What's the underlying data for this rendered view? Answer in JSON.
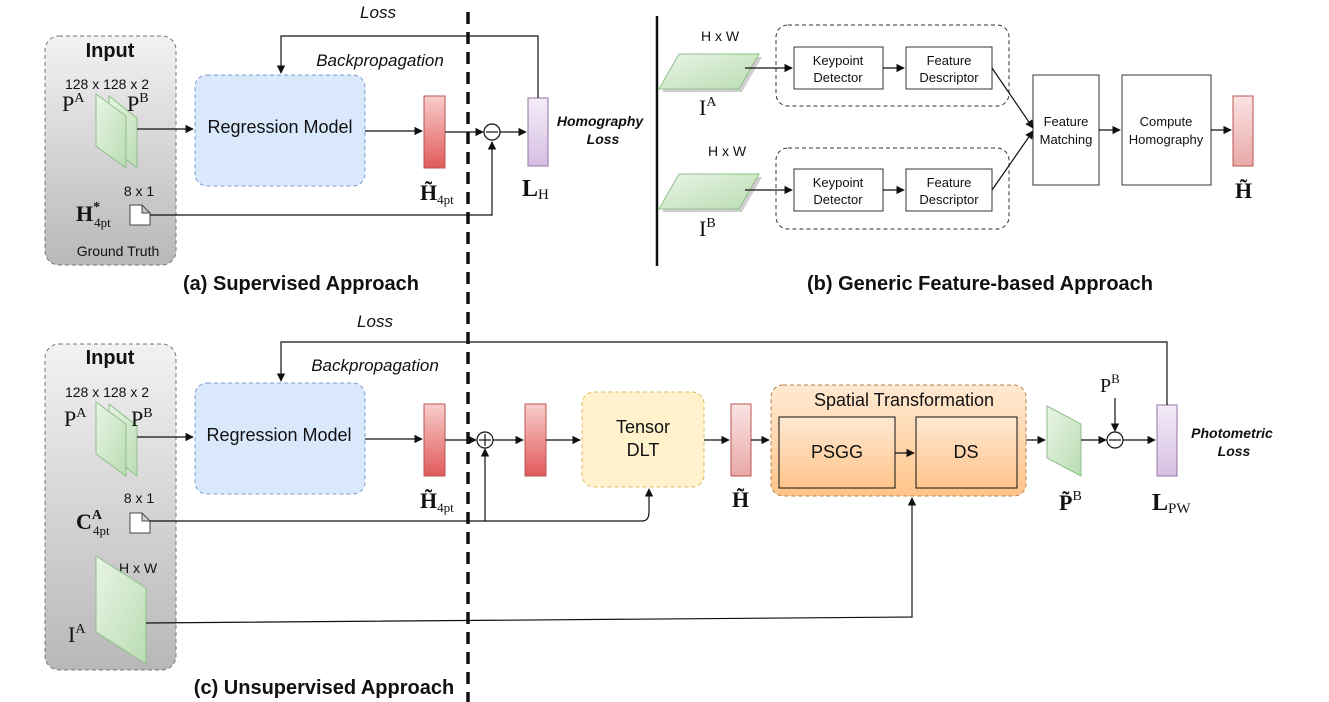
{
  "diagram": {
    "panel_a": {
      "caption": "(a) Supervised Approach",
      "input_title": "Input",
      "input_dims": "128 x 128 x 2",
      "pa": "P",
      "pa_sup": "A",
      "pb": "P",
      "pb_sup": "B",
      "h_label": "H",
      "h_sup": "*",
      "h_sub": "4pt",
      "h_dims": "8 x 1",
      "ground_truth": "Ground Truth",
      "regression": "Regression Model",
      "output": "H̃",
      "output_sub": "4pt",
      "loss_top": "Loss",
      "backprop": "Backpropagation",
      "loss_node": "L",
      "loss_node_sub": "H",
      "loss_name_1": "Homography",
      "loss_name_2": "Loss"
    },
    "panel_b": {
      "caption": "(b) Generic Feature-based Approach",
      "dims_top": "H x W",
      "dims_bottom": "H x W",
      "ia": "I",
      "ia_sup": "A",
      "ib": "I",
      "ib_sup": "B",
      "kp_1": "Keypoint",
      "kp_2": "Detector",
      "fd_1": "Feature",
      "fd_2": "Descriptor",
      "fm_1": "Feature",
      "fm_2": "Matching",
      "ch_1": "Compute",
      "ch_2": "Homography",
      "output": "H̃"
    },
    "panel_c": {
      "caption": "(c) Unsupervised Approach",
      "input_title": "Input",
      "input_dims": "128 x 128 x 2",
      "pa": "P",
      "pa_sup": "A",
      "pb": "P",
      "pb_sup": "B",
      "c_label": "C",
      "c_sup": "A",
      "c_sub": "4pt",
      "c_dims": "8 x 1",
      "img_dims": "H x W",
      "ia": "I",
      "ia_sup": "A",
      "regression": "Regression Model",
      "output": "H̃",
      "output_sub": "4pt",
      "loss_top": "Loss",
      "backprop": "Backpropagation",
      "dlt_1": "Tensor",
      "dlt_2": "DLT",
      "h_out": "H̃",
      "st_title": "Spatial Transformation",
      "psgg": "PSGG",
      "ds": "DS",
      "warped": "P̃",
      "warped_sup": "B",
      "pb_top": "P",
      "pb_top_sup": "B",
      "loss_node": "L",
      "loss_node_sub": "PW",
      "loss_name_1": "Photometric",
      "loss_name_2": "Loss"
    }
  },
  "colors": {
    "input_panel": "#c4c4c4",
    "regression_fill": "#dae8fc",
    "regression_stroke": "#6c8ebf",
    "red_fill": "#e06666",
    "pink_fill": "#f0c4c4",
    "purple_fill": "#e6d3ee",
    "green_fill": "#d5e8d4",
    "dlt_fill": "#fff2cc",
    "st_fill": "#ffd8b0",
    "st_stroke": "#c8834a"
  }
}
